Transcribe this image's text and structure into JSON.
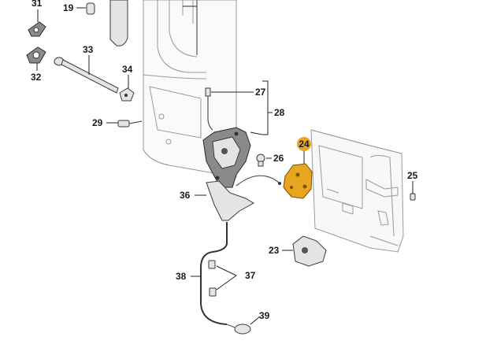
{
  "callouts": [
    {
      "id": "19",
      "text": "19"
    },
    {
      "id": "31",
      "text": "31"
    },
    {
      "id": "32",
      "text": "32"
    },
    {
      "id": "33",
      "text": "33"
    },
    {
      "id": "34",
      "text": "34"
    },
    {
      "id": "29",
      "text": "29"
    },
    {
      "id": "27",
      "text": "27"
    },
    {
      "id": "28",
      "text": "28"
    },
    {
      "id": "24",
      "text": "24"
    },
    {
      "id": "26",
      "text": "26"
    },
    {
      "id": "25",
      "text": "25"
    },
    {
      "id": "36",
      "text": "36"
    },
    {
      "id": "23",
      "text": "23"
    },
    {
      "id": "38",
      "text": "38"
    },
    {
      "id": "37",
      "text": "37"
    },
    {
      "id": "39",
      "text": "39"
    }
  ],
  "highlight": {
    "callout": "24",
    "color": "#e8a51f"
  }
}
